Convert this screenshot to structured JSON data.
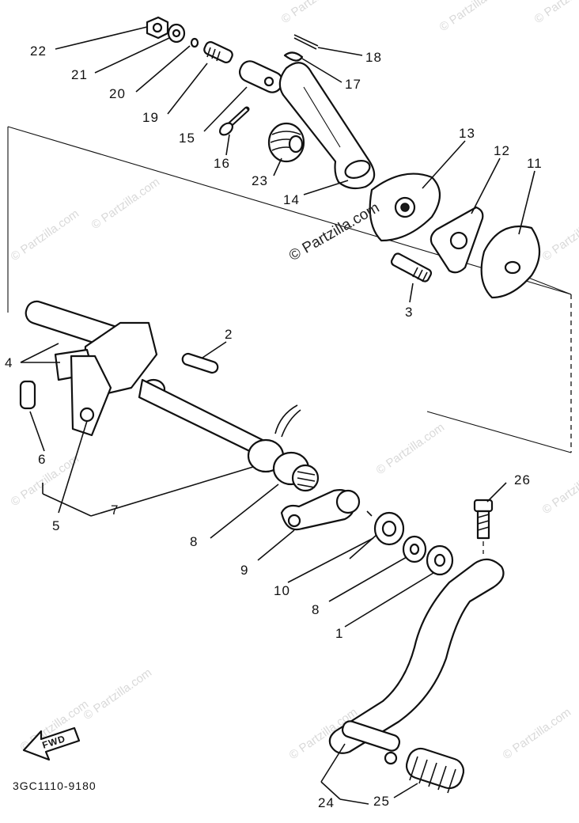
{
  "diagram_code": "3GC1110-9180",
  "watermark_main": "© Partzilla.com",
  "watermark_faint": "© Partzilla.com",
  "fwd_label": "FWD",
  "callouts": {
    "c1": "1",
    "c2": "2",
    "c3": "3",
    "c4": "4",
    "c5": "5",
    "c6": "6",
    "c7": "7",
    "c8a": "8",
    "c8b": "8",
    "c9": "9",
    "c10": "10",
    "c11": "11",
    "c12": "12",
    "c13": "13",
    "c14": "14",
    "c15": "15",
    "c16": "16",
    "c17": "17",
    "c18": "18",
    "c19": "19",
    "c20": "20",
    "c21": "21",
    "c22": "22",
    "c23": "23",
    "c24": "24",
    "c25": "25",
    "c26": "26"
  }
}
